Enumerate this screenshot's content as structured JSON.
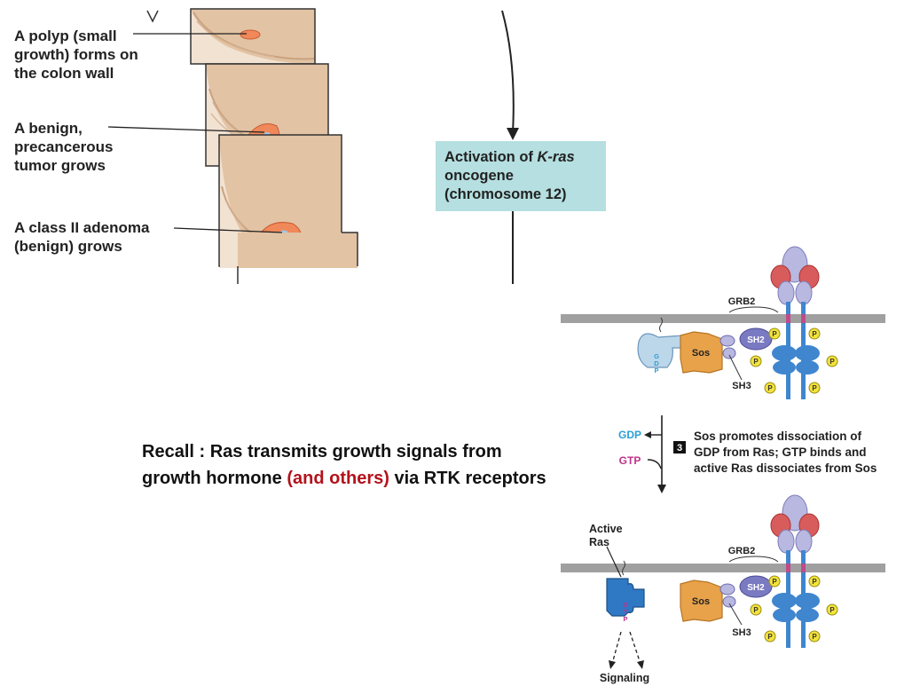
{
  "stages": [
    {
      "label_lines": [
        "A polyp (small",
        "growth) forms on",
        "the colon wall"
      ]
    },
    {
      "label_lines": [
        "A benign,",
        "precancerous",
        "tumor grows"
      ]
    },
    {
      "label_lines": [
        "A class II adenoma",
        "(benign) grows"
      ]
    }
  ],
  "oncogene_box": {
    "prefix": "Activation of ",
    "gene": "K-ras",
    "line2": "oncogene",
    "line3": "(chromosome 12)"
  },
  "recall": {
    "part1": "Recall : Ras transmits growth signals from growth hormone ",
    "highlight": "(and others)",
    "part2": " via RTK receptors"
  },
  "pathway": {
    "top_panel": {
      "grb2": "GRB2",
      "sos": "Sos",
      "sh2": "SH2",
      "sh3": "SH3",
      "gdp_letters": [
        "G",
        "D",
        "P"
      ],
      "phospho": "P"
    },
    "step": {
      "number": "3",
      "gdp": "GDP",
      "gtp": "GTP",
      "lines": [
        "Sos promotes dissociation of",
        "GDP from Ras; GTP binds and",
        "active Ras dissociates from Sos"
      ]
    },
    "bottom_panel": {
      "active_ras": [
        "Active",
        "Ras"
      ],
      "grb2": "GRB2",
      "sos": "Sos",
      "sh2": "SH2",
      "sh3": "SH3",
      "gtp_letters": [
        "G",
        "T",
        "P"
      ],
      "signaling": "Signaling",
      "phospho": "P"
    }
  },
  "colors": {
    "tissue": "#e2c3a4",
    "tissue_dark": "#c9a27f",
    "polyp": "#f0885a",
    "box": "#b5dfe0",
    "sos": "#e8a24a",
    "ras_inactive": "#bcd6ea",
    "ras_active": "#2f78c4",
    "receptor": "#3f86cf",
    "ligand_red": "#d85c5c",
    "ligand_blue": "#b8b8e0",
    "phospho": "#f2e23c",
    "membrane": "#a0a0a0",
    "highlight": "#b3121b",
    "gdp": "#2a9fd6",
    "gtp": "#c0338c"
  }
}
